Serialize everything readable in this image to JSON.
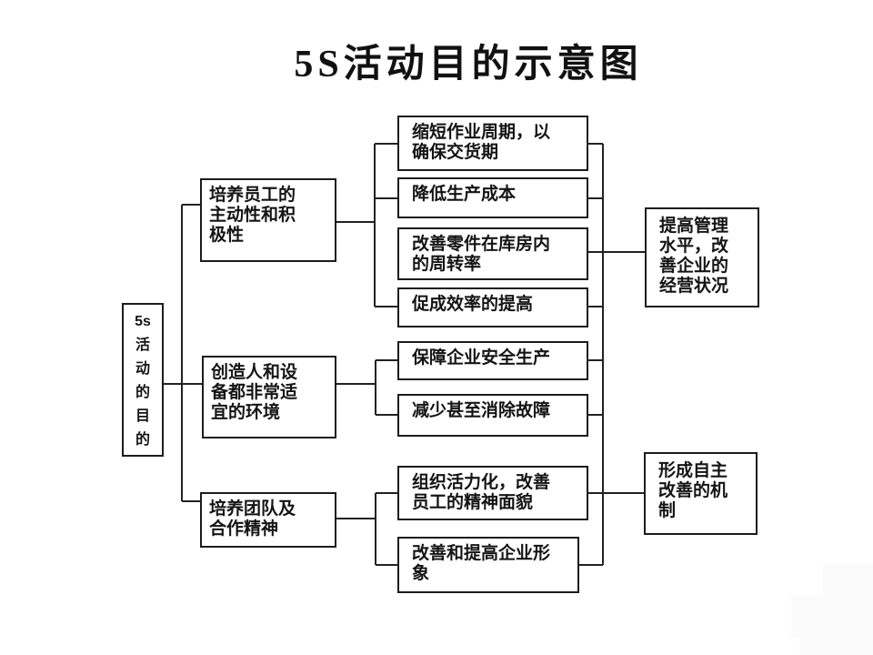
{
  "title": "5S活动目的示意图",
  "diagram": {
    "root": {
      "label": "5s\n活\n动\n的\n目\n的"
    },
    "goals": [
      {
        "label": "培养员工的\n主动性和积\n极性"
      },
      {
        "label": "创造人和设\n备都非常适\n宜的环境"
      },
      {
        "label": "培养团队及\n合作精神"
      }
    ],
    "effects": [
      {
        "label": "缩短作业周期，以\n确保交货期"
      },
      {
        "label": "降低生产成本"
      },
      {
        "label": "改善零件在库房内\n的周转率"
      },
      {
        "label": "促成效率的提高"
      },
      {
        "label": "保障企业安全生产"
      },
      {
        "label": "减少甚至消除故障"
      },
      {
        "label": "组织活力化，改善\n员工的精神面貌"
      },
      {
        "label": "改善和提高企业形\n象"
      }
    ],
    "outcomes": [
      {
        "label": "提高管理\n水平，改\n善企业的\n经营状况"
      },
      {
        "label": "形成自主\n改善的机\n制"
      }
    ]
  },
  "colors": {
    "background": "#ffffff",
    "line": "#222222",
    "text": "#141414"
  }
}
